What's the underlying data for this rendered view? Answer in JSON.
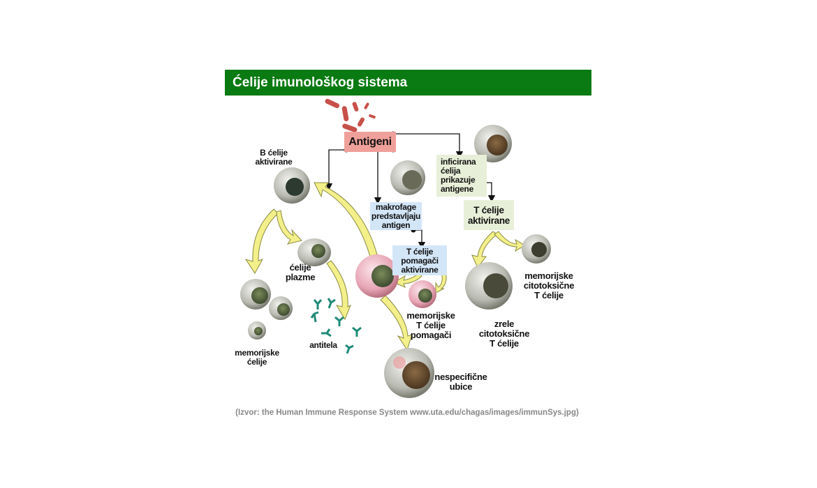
{
  "title": "Ćelije imunološkog sistema",
  "nodes": {
    "antigeni": "Antigeni",
    "b_cells": [
      "B ćelije",
      "aktivirane"
    ],
    "infected": [
      "inficirana",
      "ćelija",
      "prikazuje",
      "antigene"
    ],
    "macrophage": [
      "makrofage",
      "predstavljaju",
      "antigen"
    ],
    "t_activated": [
      "T ćelije",
      "aktivirane"
    ],
    "t_helper_activated": [
      "T ćelije",
      "pomagači",
      "aktivirane"
    ],
    "plasma": [
      "ćelije",
      "plazme"
    ],
    "memory_cells": [
      "memorijske",
      "ćelije"
    ],
    "antibodies": "antitela",
    "memory_t_helper": [
      "memorijske",
      "T ćelije",
      "pomagači"
    ],
    "memory_cytotoxic": [
      "memorijske",
      "citotoksične",
      "T ćelije"
    ],
    "mature_cytotoxic": [
      "zrele",
      "citotoksične",
      "T ćelije"
    ],
    "nk": [
      "nespecifične",
      "ubice"
    ]
  },
  "caption": "(Izvor: the Human Immune Response System www.uta.edu/chagas/images/immunSys.jpg)",
  "colors": {
    "header": "#0a7a12",
    "arrow": "#f3ef8a",
    "antigen_box": "#f0a09a",
    "blue_box": "#d3e6f8",
    "green_box": "#e8efd8"
  }
}
